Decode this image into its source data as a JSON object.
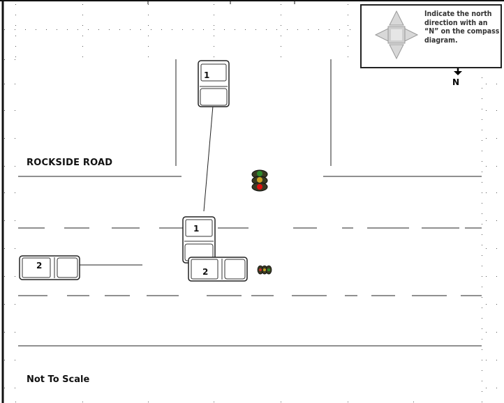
{
  "diagram": {
    "road_label": "ROCKSIDE ROAD",
    "scale_note": "Not To Scale",
    "compass_instruction": "Indicate the north direction with an “N” on the compass diagram.",
    "north_label": "N",
    "vehicles": [
      {
        "id": "1",
        "stage": "final"
      },
      {
        "id": "1",
        "stage": "impact"
      },
      {
        "id": "2",
        "stage": "start"
      },
      {
        "id": "2",
        "stage": "impact"
      }
    ]
  }
}
